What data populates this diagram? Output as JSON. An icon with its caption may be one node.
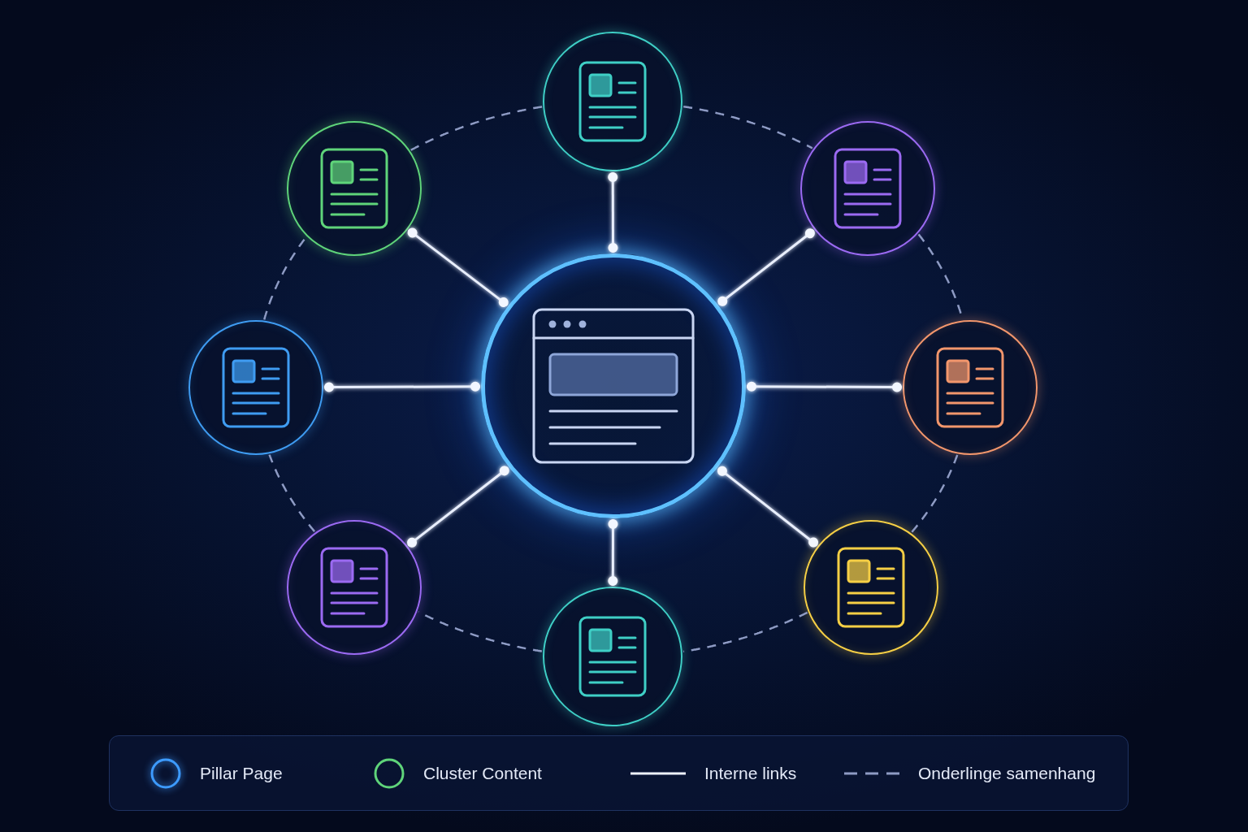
{
  "diagram": {
    "nodes": [
      {
        "text": [],
        "shape": "circle"
      },
      {
        "text": [],
        "shape": "circle"
      },
      {
        "text": [],
        "shape": "circle"
      },
      {
        "text": [],
        "shape": "circle"
      },
      {
        "text": [],
        "shape": "circle"
      },
      {
        "text": [],
        "shape": "circle"
      },
      {
        "text": [],
        "shape": "circle"
      },
      {
        "text": [],
        "shape": "circle"
      },
      {
        "text": [],
        "shape": "circle"
      }
    ],
    "edges": [
      {
        "from": 4,
        "to": 0,
        "arrow": "other"
      },
      {
        "from": 4,
        "to": 1,
        "arrow": "other"
      },
      {
        "from": 4,
        "to": 2,
        "arrow": "other"
      },
      {
        "from": 4,
        "to": 3,
        "arrow": "other"
      },
      {
        "from": 4,
        "to": 5,
        "arrow": "other"
      },
      {
        "from": 4,
        "to": 6,
        "arrow": "other"
      },
      {
        "from": 4,
        "to": 7,
        "arrow": "other"
      },
      {
        "from": 4,
        "to": 8,
        "arrow": "other"
      },
      {
        "from": 1,
        "to": 0,
        "arrow": "none",
        "style": "dashed",
        "color": "#8e9bc4"
      },
      {
        "from": 0,
        "to": 2,
        "arrow": "none",
        "style": "dashed",
        "color": "#8e9bc4"
      },
      {
        "from": 2,
        "to": 5,
        "arrow": "none",
        "style": "dashed",
        "color": "#8e9bc4"
      },
      {
        "from": 5,
        "to": 7,
        "arrow": "none",
        "style": "dashed",
        "color": "#8e9bc4"
      },
      {
        "from": 7,
        "to": 8,
        "arrow": "none",
        "style": "dashed",
        "color": "#8e9bc4"
      },
      {
        "from": 8,
        "to": 6,
        "arrow": "none",
        "style": "dashed",
        "color": "#8e9bc4"
      },
      {
        "from": 6,
        "to": 3,
        "arrow": "none",
        "style": "dashed",
        "color": "#8e9bc4"
      },
      {
        "from": 3,
        "to": 1,
        "arrow": "none",
        "style": "dashed",
        "color": "#8e9bc4"
      }
    ],
    "legend": [
      {
        "text": "Pillar Page"
      },
      {
        "text": "Cluster Content"
      },
      {
        "text": "Interne links"
      },
      {
        "text": "Onderlinge samenhang"
      }
    ]
  }
}
